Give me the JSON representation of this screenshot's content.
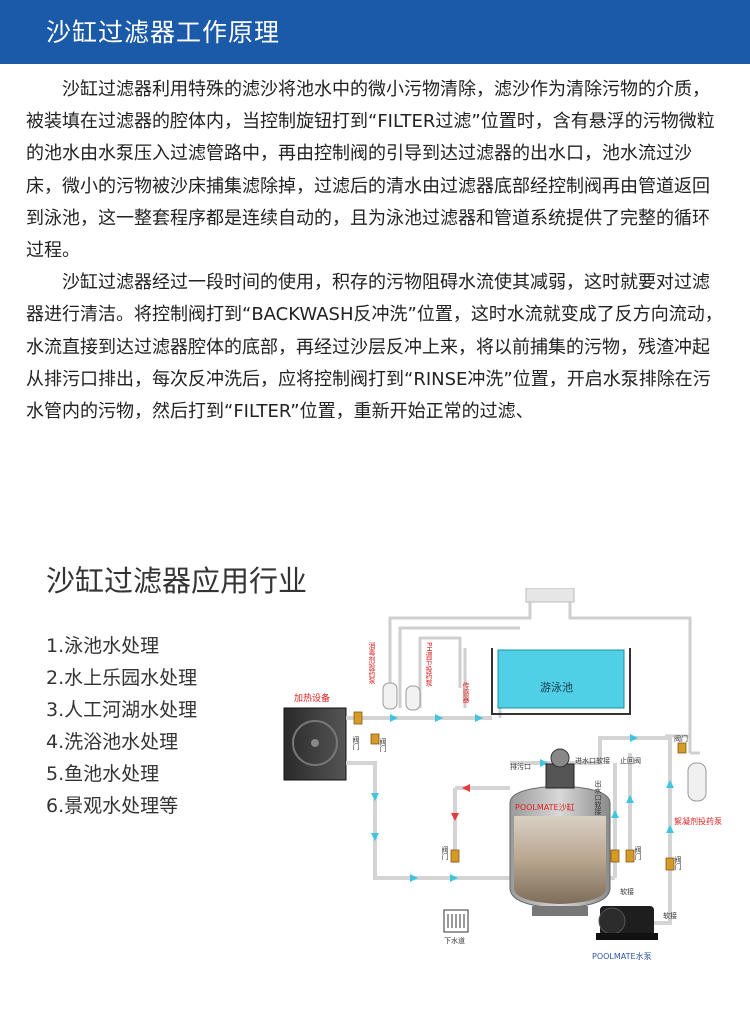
{
  "header": {
    "title": "沙缸过滤器工作原理"
  },
  "intro": {
    "paragraphs": [
      "沙缸过滤器利用特殊的滤沙将池水中的微小污物清除，滤沙作为清除污物的介质，被装填在过滤器的腔体内，当控制旋钮打到“FILTER过滤”位置时，含有悬浮的污物微粒的池水由水泵压入过滤管路中，再由控制阀的引导到达过滤器的出水口，池水流过沙床，微小的污物被沙床捕集滤除掉，过滤后的清水由过滤器底部经控制阀再由管道返回到泳池，这一整套程序都是连续自动的，且为泳池过滤器和管道系统提供了完整的循环过程。",
      "沙缸过滤器经过一段时间的使用，积存的污物阻碍水流使其减弱，这时就要对过滤器进行清洁。将控制阀打到“BACKWASH反冲洗”位置，这时水流就变成了反方向流动，水流直接到达过滤器腔体的底部，再经过沙层反冲上来，将以前捕集的污物，残渣冲起从排污口排出，每次反冲洗后，应将控制阀打到“RINSE冲洗”位置，开启水泵排除在污水管内的污物，然后打到“FILTER”位置，重新开始正常的过滤、"
    ]
  },
  "applications": {
    "title": "沙缸过滤器应用行业",
    "items": [
      "1.泳池水处理",
      "2.水上乐园水处理",
      "3.人工河湖水处理",
      "4.洗浴池水处理",
      "5.鱼池水处理",
      "6.景观水处理等"
    ]
  },
  "diagram": {
    "pool": "游泳池",
    "heater": "加热设备",
    "disinfectant_pump": "消毒剂投药泵",
    "ph_pump": "PH调节投药泵",
    "sensor": "传感器",
    "valve": "阀门",
    "drain_outlet": "排污口",
    "outlet_hose": "进水口软接",
    "check_valve": "止回阀",
    "water_outlet_hose": "出水口软接",
    "filter_name": "POOLMATE沙缸",
    "flocculant_pump": "絮凝剂投药泵",
    "hose": "软接",
    "sewer": "下水道",
    "pump_name": "POOLMATE水泵",
    "colors": {
      "pipe": "#d8d8d8",
      "flow_arrow": "#3ec6e0",
      "drain_arrow": "#e83a3a",
      "pool_water": "#4fd0e6",
      "header": "#1a5aa8",
      "label_red": "#e02020"
    }
  }
}
